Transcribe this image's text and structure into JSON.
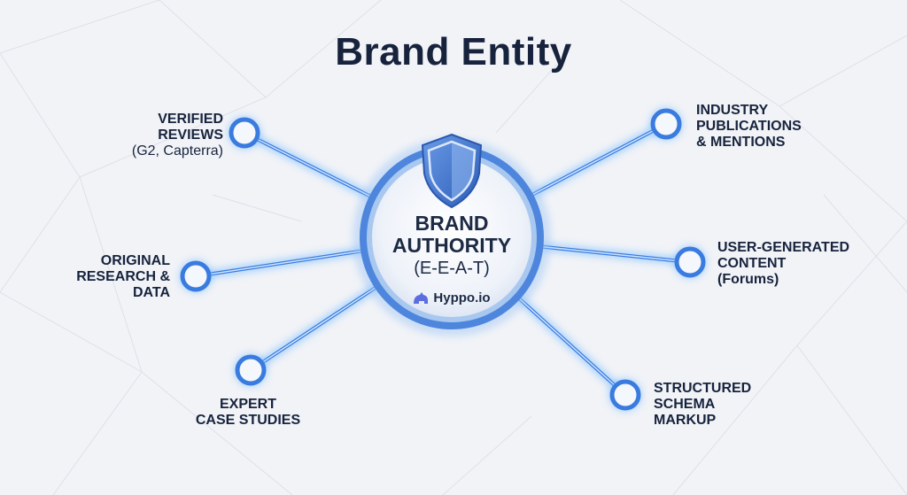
{
  "title": "Brand Entity",
  "center": {
    "line1": "BRAND",
    "line2": "AUTHORITY",
    "line3": "(E-E-A-T)",
    "brand": "Hyppo.io"
  },
  "nodes": {
    "verified": {
      "line1": "VERIFIED",
      "line2": "REVIEWS",
      "sub": "(G2, Capterra)"
    },
    "industry": {
      "line1": "INDUSTRY",
      "line2": "PUBLICATIONS",
      "line3": "& MENTIONS"
    },
    "original": {
      "line1": "ORIGINAL",
      "line2": "RESEARCH &",
      "line3": "DATA"
    },
    "ugc": {
      "line1": "USER-GENERATED",
      "line2": "CONTENT",
      "line3": "(Forums)"
    },
    "expert": {
      "line1": "EXPERT",
      "line2": "CASE STUDIES"
    },
    "structured": {
      "line1": "STRUCTURED",
      "line2": "SCHEMA",
      "line3": "MARKUP"
    }
  },
  "colors": {
    "accent": "#3a7be0",
    "glow": "#6fb8ff",
    "text": "#17233d"
  }
}
